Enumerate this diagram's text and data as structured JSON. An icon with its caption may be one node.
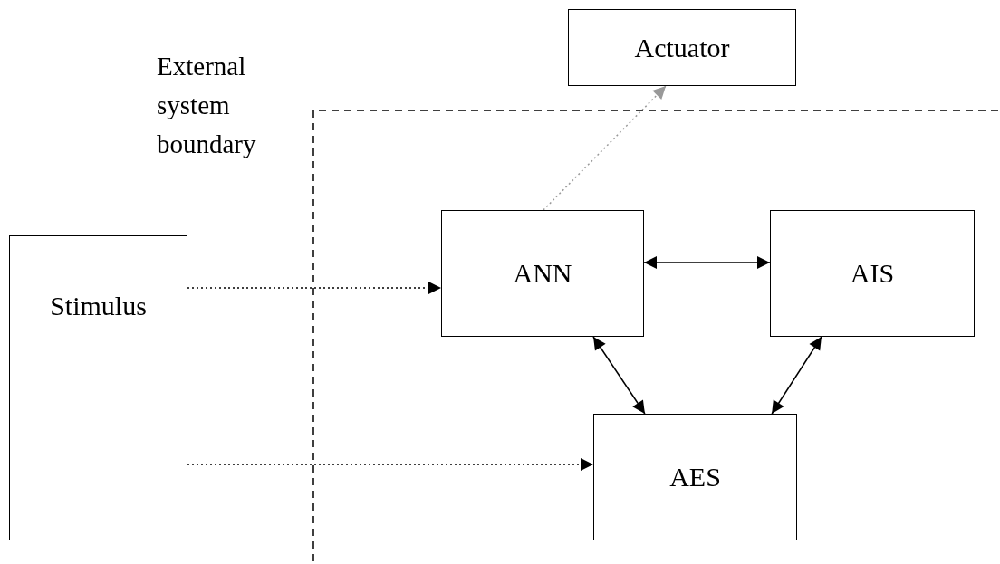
{
  "diagram": {
    "nodes": [
      {
        "text": [
          "Actuator"
        ]
      },
      {
        "text": [
          "Stimulus"
        ]
      },
      {
        "text": [
          "ANN"
        ]
      },
      {
        "text": [
          "AIS"
        ]
      },
      {
        "text": [
          "AES"
        ]
      }
    ],
    "edges": [
      {
        "from": 1,
        "to": 2,
        "arrow": "to",
        "style": "dashed"
      },
      {
        "from": 1,
        "to": 4,
        "arrow": "to",
        "style": "dashed"
      },
      {
        "from": 2,
        "to": 0,
        "arrow": "to",
        "style": "dashed",
        "color": "#999999"
      },
      {
        "from": 2,
        "to": 3,
        "arrow": "both"
      },
      {
        "from": 2,
        "to": 4,
        "arrow": "both"
      },
      {
        "from": 3,
        "to": 4,
        "arrow": "both"
      }
    ],
    "labels": [
      "External system boundary"
    ]
  }
}
